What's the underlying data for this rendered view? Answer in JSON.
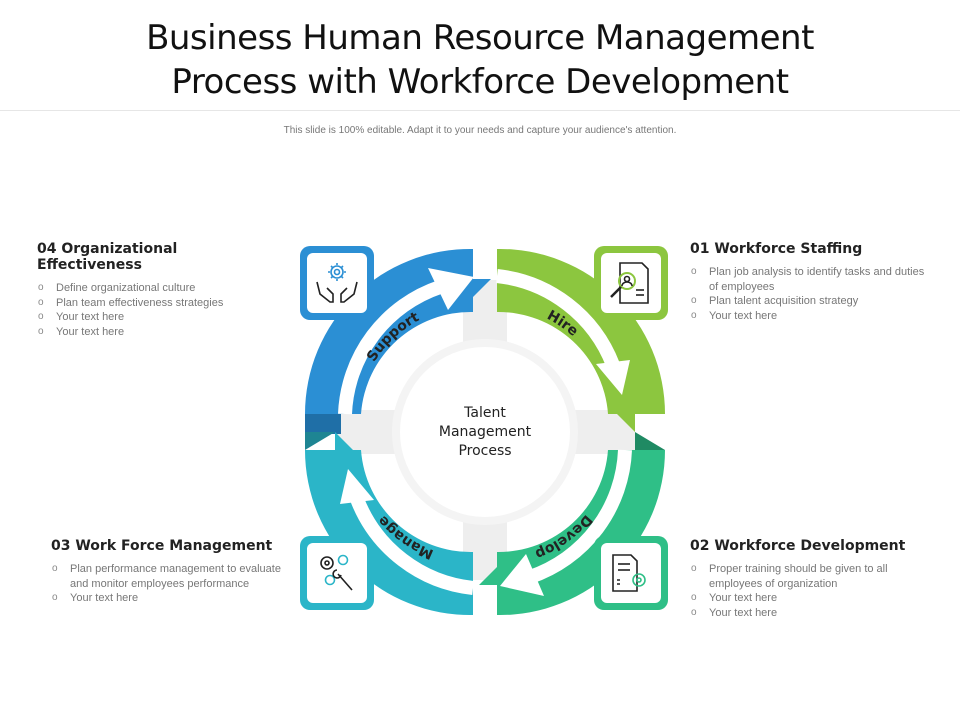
{
  "title_line1": "Business Human Resource Management",
  "title_line2": "Process with Workforce Development",
  "subtitle": "This slide is 100% editable. Adapt it to your needs and capture your audience's attention.",
  "center": {
    "line1": "Talent",
    "line2": "Management",
    "line3": "Process"
  },
  "segments": {
    "support": {
      "label": "Support",
      "color": "#2b8fd4"
    },
    "hire": {
      "label": "Hire",
      "color": "#8cc63f"
    },
    "develop": {
      "label": "Develop",
      "color": "#2fbf87"
    },
    "manage": {
      "label": "Manage",
      "color": "#2bb5c8"
    }
  },
  "sections": {
    "s04": {
      "heading": "04  Organizational Effectiveness",
      "items": [
        "Define organizational culture",
        "Plan team effectiveness strategies",
        "Your text here",
        "Your text here"
      ]
    },
    "s01": {
      "heading": "01  Workforce  Staffing",
      "items": [
        "Plan job analysis to identify tasks and duties of employees",
        "Plan talent acquisition strategy",
        "Your text here"
      ]
    },
    "s03": {
      "heading": "03  Work Force Management",
      "items": [
        "Plan performance management to evaluate and monitor employees performance",
        "Your text here"
      ]
    },
    "s02": {
      "heading": "02  Workforce  Development",
      "items": [
        "Proper training should be given to all employees of organization",
        "Your text here",
        "Your text here"
      ]
    }
  },
  "icons": {
    "support": "hands-gear-icon",
    "hire": "document-search-icon",
    "develop": "document-gear-icon",
    "manage": "gears-wrench-icon"
  }
}
